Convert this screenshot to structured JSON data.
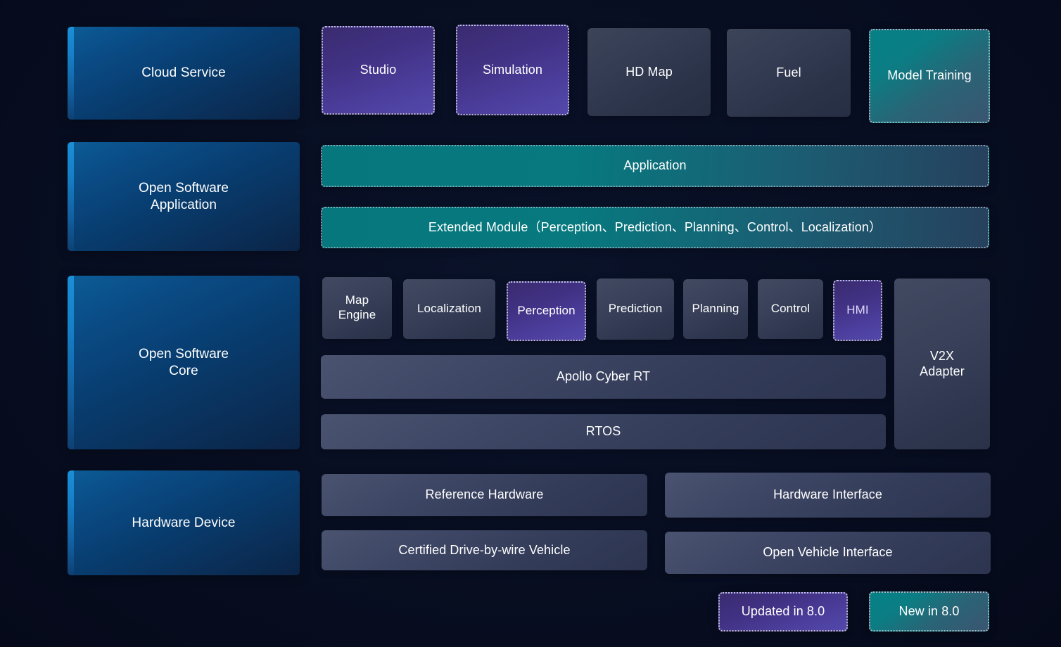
{
  "diagram": {
    "background_color": "#070d1f",
    "rows": [
      {
        "id": "cloud-service",
        "pillar_label": "Cloud Service",
        "items": [
          {
            "label": "Studio",
            "style": "updated"
          },
          {
            "label": "Simulation",
            "style": "updated"
          },
          {
            "label": "HD Map",
            "style": "default"
          },
          {
            "label": "Fuel",
            "style": "default"
          },
          {
            "label": "Model Training",
            "style": "new"
          }
        ]
      },
      {
        "id": "open-software-application",
        "pillar_label": "Open Software\nApplication",
        "items": [
          {
            "label": "Application",
            "style": "new"
          },
          {
            "label": "Extended Module（Perception、Prediction、Planning、Control、Localization）",
            "style": "new"
          }
        ]
      },
      {
        "id": "open-software-core",
        "pillar_label": "Open Software\nCore",
        "items": [
          {
            "label": "Map\nEngine",
            "style": "default"
          },
          {
            "label": "Localization",
            "style": "default"
          },
          {
            "label": "Perception",
            "style": "updated"
          },
          {
            "label": "Prediction",
            "style": "default"
          },
          {
            "label": "Planning",
            "style": "default"
          },
          {
            "label": "Control",
            "style": "default"
          },
          {
            "label": "HMI",
            "style": "updated"
          },
          {
            "label": "V2X\nAdapter",
            "style": "default"
          },
          {
            "label": "Apollo Cyber RT",
            "style": "default"
          },
          {
            "label": "RTOS",
            "style": "default"
          }
        ]
      },
      {
        "id": "hardware-device",
        "pillar_label": "Hardware Device",
        "items": [
          {
            "label": "Reference Hardware",
            "style": "default"
          },
          {
            "label": "Hardware Interface",
            "style": "default"
          },
          {
            "label": "Certified Drive-by-wire Vehicle",
            "style": "default"
          },
          {
            "label": "Open Vehicle Interface",
            "style": "default"
          }
        ]
      }
    ],
    "legend": [
      {
        "label": "Updated in 8.0",
        "style": "updated",
        "color": "#4b3d9b"
      },
      {
        "label": "New in 8.0",
        "style": "new",
        "color": "#0a7e84"
      }
    ]
  }
}
